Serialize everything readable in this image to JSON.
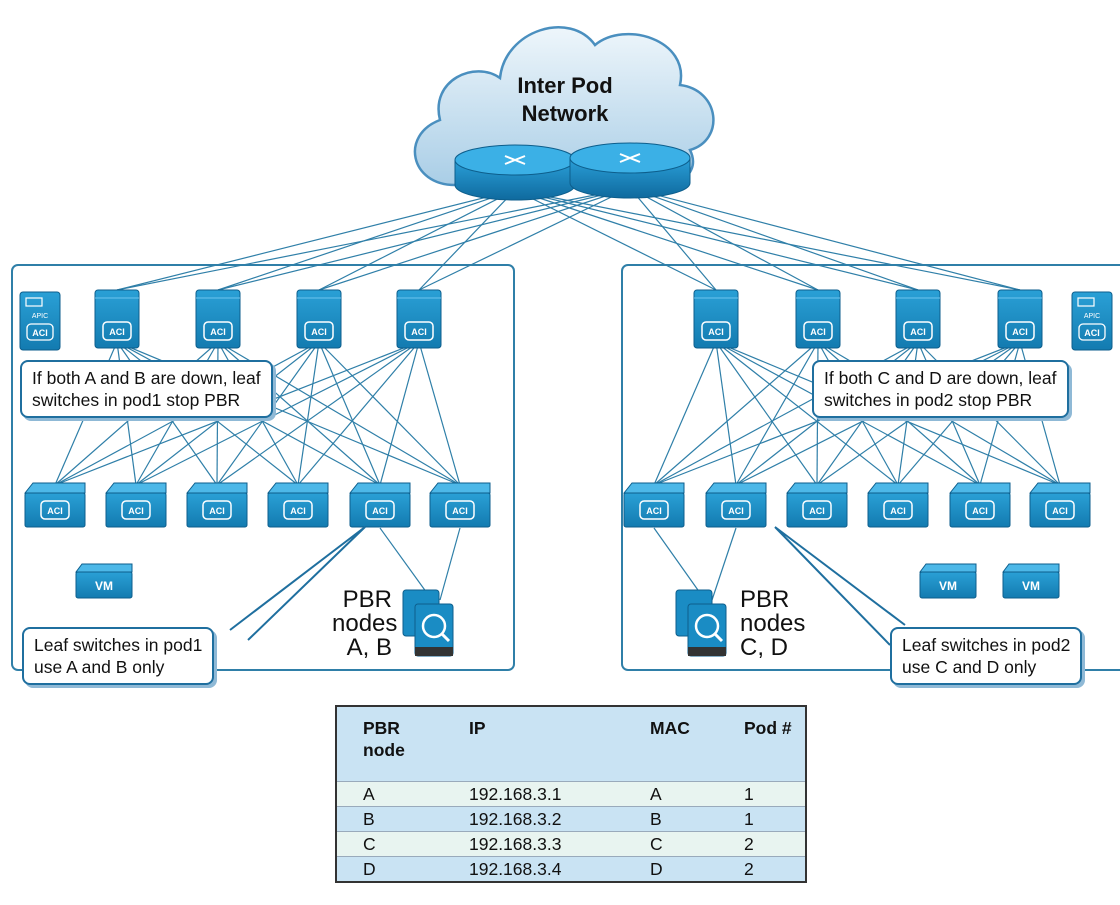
{
  "cloud": {
    "line1": "Inter Pod",
    "line2": "Network"
  },
  "switch_label": "ACI",
  "apic_label": "APIC",
  "vm_label": "VM",
  "pod1": {
    "callout_top": [
      "If both A and B are down, leaf",
      "switches in pod1 stop PBR"
    ],
    "callout_bottom": [
      "Leaf switches in pod1",
      "use A and B only"
    ],
    "pbr_label": [
      "PBR",
      "nodes",
      "A, B"
    ]
  },
  "pod2": {
    "callout_top": [
      "If both C and D are down, leaf",
      "switches in pod2 stop PBR"
    ],
    "callout_bottom": [
      "Leaf switches in pod2",
      "use C and D only"
    ],
    "pbr_label": [
      "PBR",
      "nodes",
      "C, D"
    ]
  },
  "table": {
    "headers": [
      "PBR node",
      "IP",
      "MAC",
      "Pod #"
    ],
    "rows": [
      [
        "A",
        "192.168.3.1",
        "A",
        "1"
      ],
      [
        "B",
        "192.168.3.2",
        "B",
        "1"
      ],
      [
        "C",
        "192.168.3.3",
        "C",
        "2"
      ],
      [
        "D",
        "192.168.3.4",
        "D",
        "2"
      ]
    ]
  },
  "colors": {
    "accent": "#1f6f9f",
    "switch_face": "#1a8cc4",
    "line": "#2f7fa8"
  }
}
